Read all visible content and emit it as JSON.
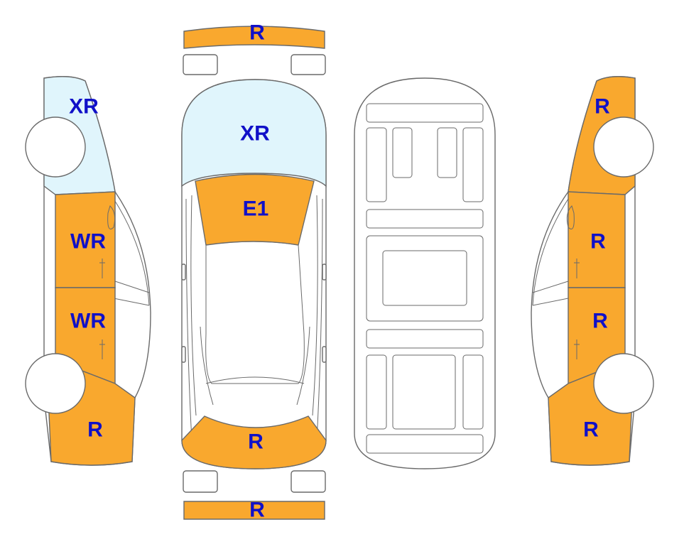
{
  "colors": {
    "damage_orange": "#F9A82E",
    "glass_blue": "#E0F5FC",
    "label_blue": "#1010C8",
    "outline": "#6A6A6A",
    "background": "#FFFFFF"
  },
  "labels": {
    "front_bumper": "R",
    "rear_bumper": "R",
    "top_windshield": "XR",
    "top_hood": "E1",
    "top_trunk": "R",
    "left_front_window": "XR",
    "left_front_door": "WR",
    "left_rear_door": "WR",
    "left_rear_quarter": "R",
    "right_front_fender": "R",
    "right_front_door": "R",
    "right_rear_door": "R",
    "right_rear_quarter": "R"
  }
}
